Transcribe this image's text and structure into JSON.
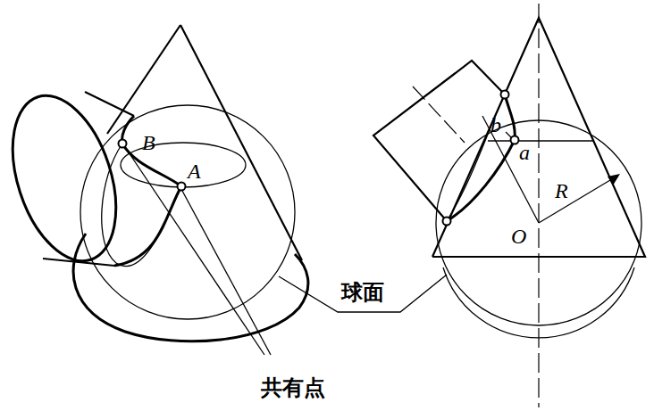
{
  "diagram": {
    "labels": [
      "B",
      "A",
      "b",
      "a",
      "R",
      "O",
      "球面",
      "共有点"
    ]
  }
}
